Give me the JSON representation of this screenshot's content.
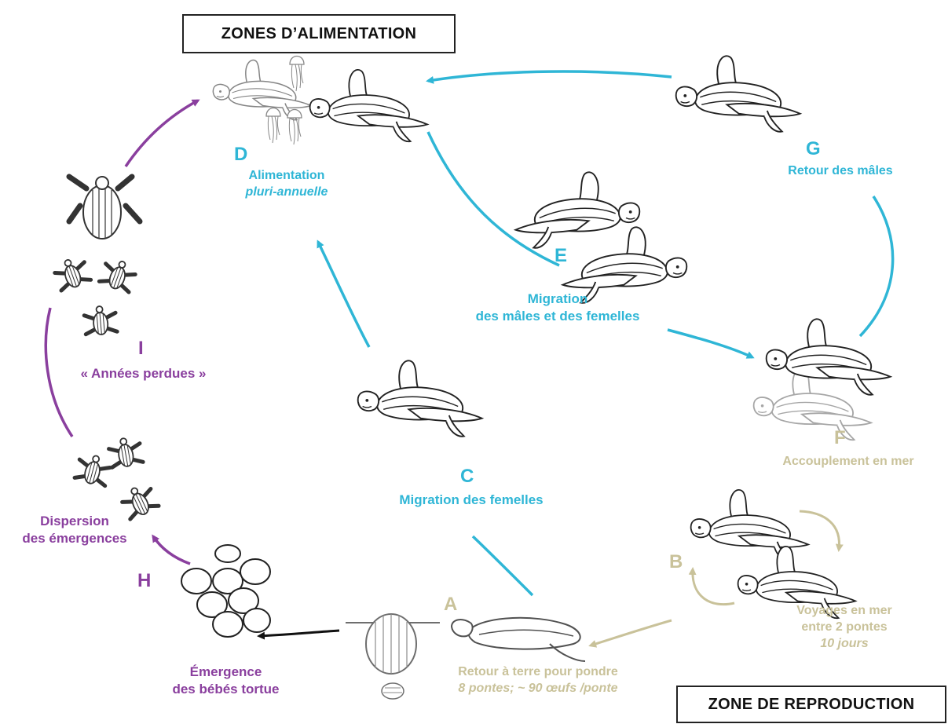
{
  "headers": {
    "feeding_zones": "ZONES D’ALIMENTATION",
    "reproduction_zone": "ZONE DE REPRODUCTION"
  },
  "stages": {
    "A": {
      "letter": "A",
      "line1": "Retour à terre pour pondre",
      "line2": "8 pontes; ~ 90 œufs /ponte"
    },
    "B": {
      "letter": "B",
      "line1": "Voyages en mer",
      "line2": "entre 2 pontes",
      "line3": "10 jours"
    },
    "C": {
      "letter": "C",
      "line1": "Migration des femelles"
    },
    "D": {
      "letter": "D",
      "line1": "Alimentation",
      "line2": "pluri-annuelle"
    },
    "E": {
      "letter": "E",
      "line1": "Migration",
      "line2": "des mâles et des femelles"
    },
    "F": {
      "letter": "F",
      "line1": "Accouplement en mer"
    },
    "G": {
      "letter": "G",
      "line1": "Retour des mâles"
    },
    "H": {
      "line1": "Émergence",
      "line2": "des bébés tortue",
      "letter": "H"
    },
    "I": {
      "letter": "I",
      "line1": "« Années perdues »"
    },
    "dispersion": {
      "line1": "Dispersion",
      "line2": "des émergences"
    }
  },
  "colors": {
    "adult_cycle": "#2fb6d6",
    "juvenile_cycle": "#8a3f9e",
    "nesting_cycle": "#c9c29a",
    "ink": "#222222"
  },
  "icons": [
    "sea-turtle-icon",
    "jellyfish-icon",
    "hatchling-icon",
    "egg-clutch-icon",
    "nest-cross-section-icon"
  ]
}
